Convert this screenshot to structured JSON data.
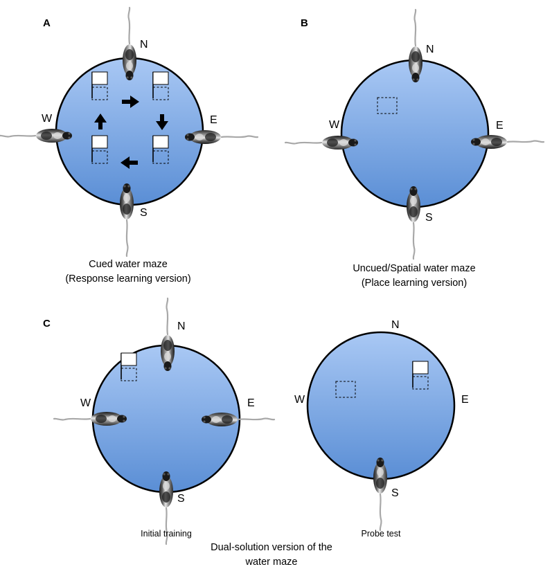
{
  "panels": {
    "A": {
      "letter": "A",
      "directions": {
        "north": "N",
        "south": "S",
        "east": "E",
        "west": "W"
      },
      "caption_line1": "Cued water maze",
      "caption_line2": "(Response learning version)"
    },
    "B": {
      "letter": "B",
      "directions": {
        "north": "N",
        "south": "S",
        "east": "E",
        "west": "W"
      },
      "caption_line1": "Uncued/Spatial water maze",
      "caption_line2": "(Place learning version)"
    },
    "C": {
      "letter": "C",
      "left_directions": {
        "north": "N",
        "south": "S",
        "east": "E",
        "west": "W"
      },
      "right_directions": {
        "north": "N",
        "south": "S",
        "east": "E",
        "west": "W"
      },
      "left_label": "Initial training",
      "right_label": "Probe test",
      "caption_line1": "Dual-solution version of the",
      "caption_line2": "water maze"
    }
  },
  "colors": {
    "pool_top": "#a6c5f2",
    "pool_bottom": "#5b8fd6",
    "outline": "#000000"
  }
}
